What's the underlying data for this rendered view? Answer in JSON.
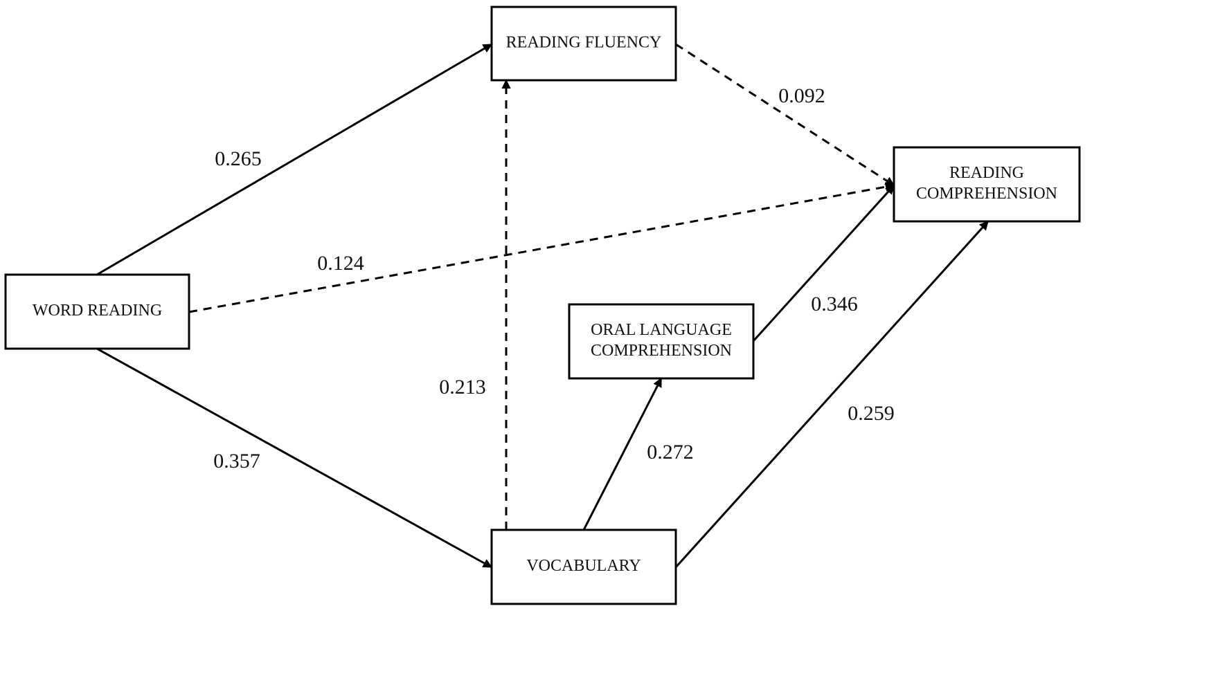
{
  "diagram": {
    "type": "path-diagram",
    "nodes": [
      {
        "id": "word_reading",
        "lines": [
          "WORD READING"
        ]
      },
      {
        "id": "reading_fluency",
        "lines": [
          "READING FLUENCY"
        ]
      },
      {
        "id": "vocabulary",
        "lines": [
          "VOCABULARY"
        ]
      },
      {
        "id": "oral_language",
        "lines": [
          "ORAL LANGUAGE",
          "COMPREHENSION"
        ]
      },
      {
        "id": "reading_comprehension",
        "lines": [
          "READING",
          "COMPREHENSION"
        ]
      }
    ],
    "edges": [
      {
        "from": "word_reading",
        "to": "reading_fluency",
        "coefficient": "0.265",
        "style": "solid"
      },
      {
        "from": "word_reading",
        "to": "reading_comprehension",
        "coefficient": "0.124",
        "style": "dashed"
      },
      {
        "from": "word_reading",
        "to": "vocabulary",
        "coefficient": "0.357",
        "style": "solid"
      },
      {
        "from": "reading_fluency",
        "to": "reading_comprehension",
        "coefficient": "0.092",
        "style": "dashed"
      },
      {
        "from": "vocabulary",
        "to": "reading_fluency",
        "coefficient": "0.213",
        "style": "dashed"
      },
      {
        "from": "vocabulary",
        "to": "oral_language",
        "coefficient": "0.272",
        "style": "solid"
      },
      {
        "from": "oral_language",
        "to": "reading_comprehension",
        "coefficient": "0.346",
        "style": "solid"
      },
      {
        "from": "vocabulary",
        "to": "reading_comprehension",
        "coefficient": "0.259",
        "style": "solid"
      }
    ]
  },
  "colors": {
    "stroke": "#000000",
    "text": "#111111",
    "background": "#ffffff"
  }
}
